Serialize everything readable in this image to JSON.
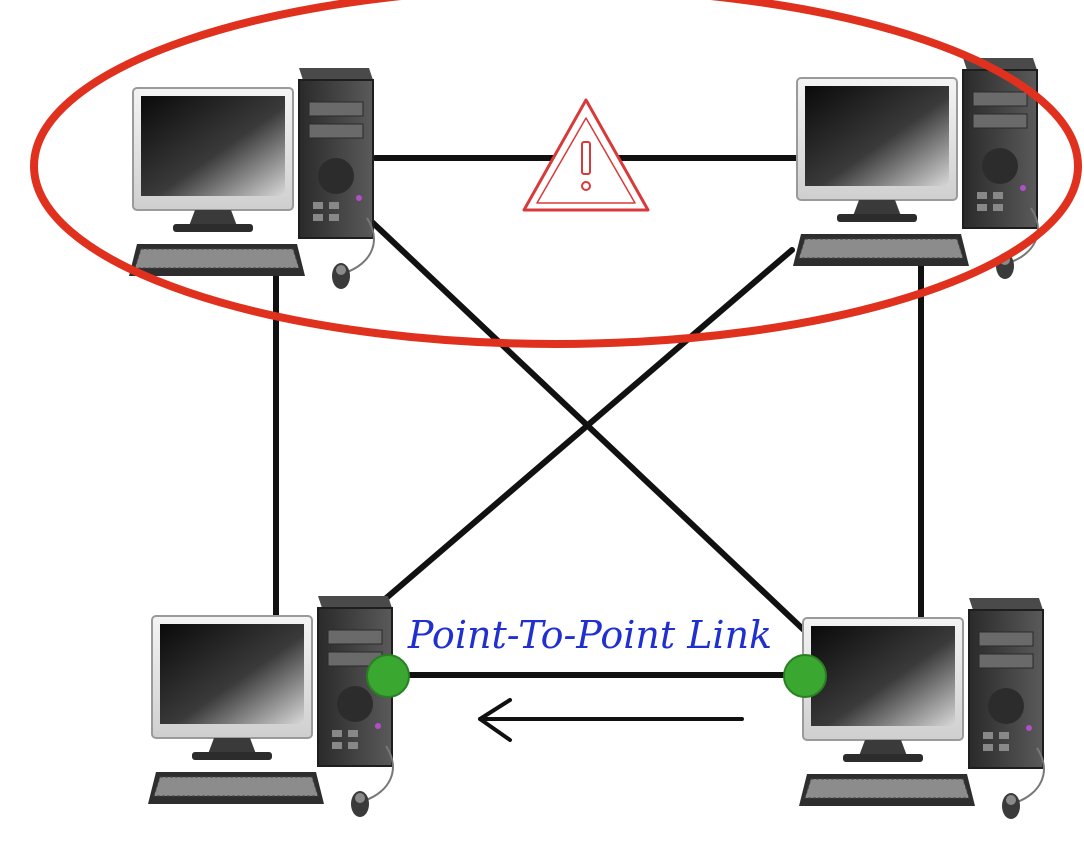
{
  "diagram": {
    "label": "Point-To-Point Link",
    "colors": {
      "background": "#ffffff",
      "link": "#111111",
      "highlight_ring": "#e0301e",
      "warning": "#d83a3a",
      "endpoint": "#3aa830",
      "label_text": "#1f2fd0",
      "arrow": "#111111"
    },
    "nodes": [
      {
        "id": "pc-top-left",
        "kind": "desktop-computer"
      },
      {
        "id": "pc-top-right",
        "kind": "desktop-computer"
      },
      {
        "id": "pc-bottom-left",
        "kind": "desktop-computer"
      },
      {
        "id": "pc-bottom-right",
        "kind": "desktop-computer"
      }
    ],
    "links": [
      {
        "from": "pc-top-left",
        "to": "pc-top-right"
      },
      {
        "from": "pc-top-left",
        "to": "pc-bottom-left"
      },
      {
        "from": "pc-top-left",
        "to": "pc-bottom-right"
      },
      {
        "from": "pc-top-right",
        "to": "pc-bottom-left"
      },
      {
        "from": "pc-top-right",
        "to": "pc-bottom-right"
      },
      {
        "from": "pc-bottom-left",
        "to": "pc-bottom-right",
        "highlighted": true
      }
    ],
    "icons": {
      "warning": "warning-triangle-icon",
      "arrow": "arrow-left-icon",
      "endpoint": "endpoint-dot-icon"
    }
  }
}
